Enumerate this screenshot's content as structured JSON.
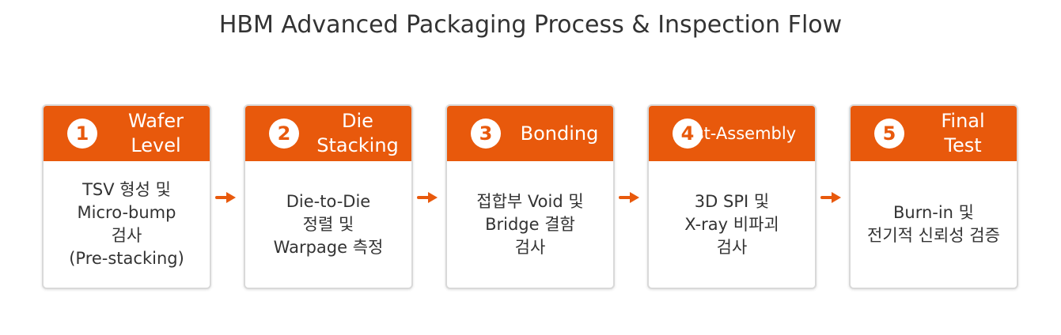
{
  "title": "HBM Advanced Packaging Process & Inspection Flow",
  "steps": [
    {
      "number": "1",
      "label": "Wafer\nLevel",
      "detail": "TSV 형성 및\nMicro-bump\n검사\n(Pre-stacking)"
    },
    {
      "number": "2",
      "label": "Die\nStacking",
      "detail": "Die-to-Die\n정렬 및\nWarpage 측정"
    },
    {
      "number": "3",
      "label": "Bonding",
      "detail": "접합부 Void 및\nBridge 결함\n검사"
    },
    {
      "number": "4",
      "label": "Post-Assembly",
      "detail": "3D SPI 및\nX-ray 비파괴\n검사"
    },
    {
      "number": "5",
      "label": "Final\nTest",
      "detail": "Burn-in 및\n전기적 신뢰성 검증"
    }
  ],
  "colors": {
    "accent": "#e8590c",
    "border": "#d9d9d9",
    "text": "#333333"
  }
}
